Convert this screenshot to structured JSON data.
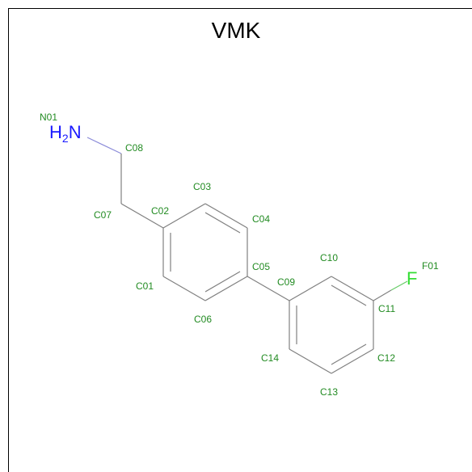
{
  "title": "VMK",
  "colors": {
    "bond": "#808080",
    "atom_label": "#228B22",
    "nitrogen": "#1a1aff",
    "fluorine": "#33dd33",
    "n_bond": "#8c8cd9",
    "f_bond": "#66cc66"
  },
  "elements": {
    "nitrogen": "H",
    "nitrogen_sub": "2",
    "nitrogen_tail": "N",
    "fluorine": "F"
  },
  "atom_labels": {
    "N01": "N01",
    "C08": "C08",
    "C03": "C03",
    "C07": "C07",
    "C02": "C02",
    "C04": "C04",
    "C05": "C05",
    "C10": "C10",
    "F01": "F01",
    "C09": "C09",
    "C01": "C01",
    "C11": "C11",
    "C06": "C06",
    "C14": "C14",
    "C12": "C12",
    "C13": "C13"
  }
}
